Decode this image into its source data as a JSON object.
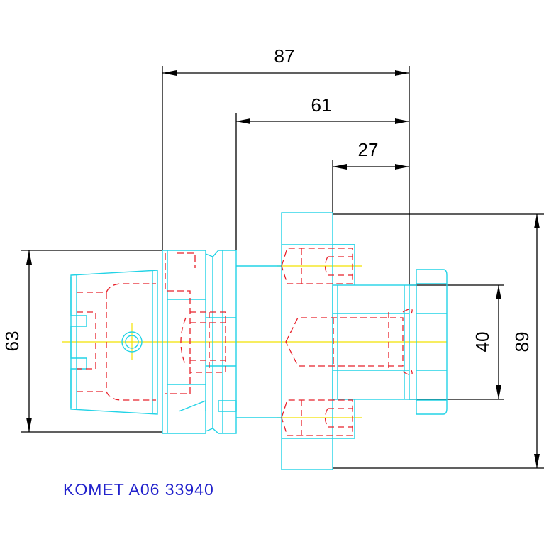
{
  "dimensions": {
    "overall_length": "87",
    "length_to_flange": "61",
    "length_to_adapter": "27",
    "shank_diameter": "63",
    "adapter_diameter": "40",
    "flange_diameter": "89"
  },
  "caption": "KOMET A06 33940",
  "colors": {
    "body": "#22d3e6",
    "hidden": "#e8202a",
    "center": "#f2e200",
    "dimension": "#000000",
    "caption": "#2222cc"
  }
}
